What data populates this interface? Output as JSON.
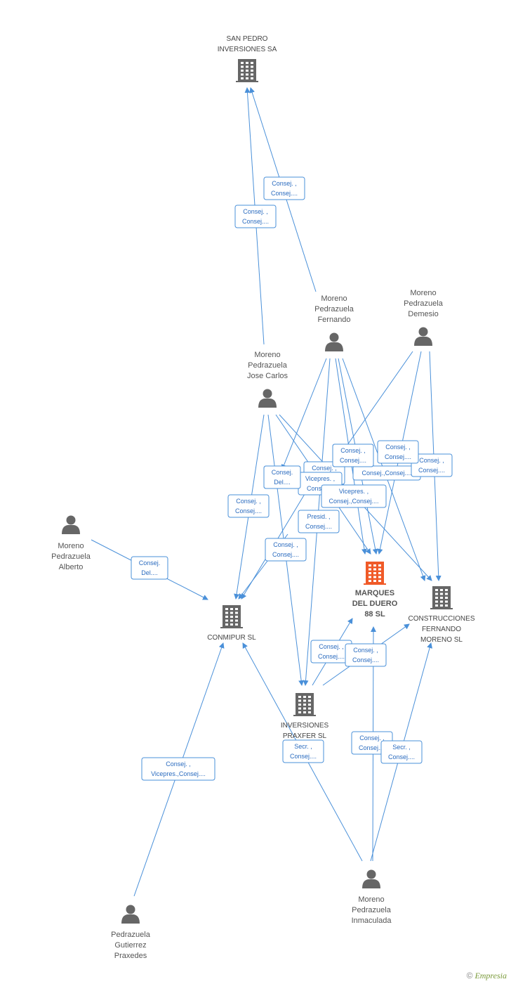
{
  "nodes": [
    {
      "id": "san-pedro",
      "type": "company",
      "lines": [
        "SAN PEDRO",
        "INVERSIONES SA"
      ]
    },
    {
      "id": "fernando",
      "type": "person",
      "lines": [
        "Moreno",
        "Pedrazuela",
        "Fernando"
      ]
    },
    {
      "id": "demesio",
      "type": "person",
      "lines": [
        "Moreno",
        "Pedrazuela",
        "Demesio"
      ]
    },
    {
      "id": "jose-carlos",
      "type": "person",
      "lines": [
        "Moreno",
        "Pedrazuela",
        "Jose Carlos"
      ]
    },
    {
      "id": "alberto",
      "type": "person",
      "lines": [
        "Moreno",
        "Pedrazuela",
        "Alberto"
      ]
    },
    {
      "id": "marques",
      "type": "focus",
      "lines": [
        "MARQUES",
        "DEL DUERO",
        "88 SL"
      ]
    },
    {
      "id": "construcciones",
      "type": "company",
      "lines": [
        "CONSTRUCCIONES",
        "FERNANDO",
        "MORENO SL"
      ]
    },
    {
      "id": "conmipur",
      "type": "company",
      "lines": [
        "CONMIPUR SL"
      ]
    },
    {
      "id": "praxfer",
      "type": "company",
      "lines": [
        "INVERSIONES",
        "PRAXFER SL"
      ]
    },
    {
      "id": "inmaculada",
      "type": "person",
      "lines": [
        "Moreno",
        "Pedrazuela",
        "Inmaculada"
      ]
    },
    {
      "id": "praxedes",
      "type": "person",
      "lines": [
        "Pedrazuela",
        "Gutierrez",
        "Praxedes"
      ]
    }
  ],
  "edge_labels": [
    {
      "id": "e1",
      "lines": [
        "Consej. ,",
        "Consej...."
      ]
    },
    {
      "id": "e2",
      "lines": [
        "Consej. ,",
        "Consej...."
      ]
    },
    {
      "id": "e3",
      "lines": [
        "Consej. ,",
        "Consej...."
      ]
    },
    {
      "id": "e4",
      "lines": [
        "Consej. ,",
        "Consej...."
      ]
    },
    {
      "id": "e5",
      "lines": [
        "Consej. ,",
        "Consej...."
      ]
    },
    {
      "id": "e6",
      "lines": [
        "Consej.",
        "Del...."
      ]
    },
    {
      "id": "e7",
      "lines": [
        "Presid. ,",
        "Consej...."
      ]
    },
    {
      "id": "e8",
      "lines": [
        "Consej.,Consej...."
      ]
    },
    {
      "id": "e9",
      "lines": [
        "Consej. ,",
        "Consej...."
      ]
    },
    {
      "id": "e10",
      "lines": [
        "Consej.",
        "Del...."
      ]
    },
    {
      "id": "e11",
      "lines": [
        "Vicepres. ,",
        "Consej...."
      ]
    },
    {
      "id": "e12",
      "lines": [
        "Vicepres. ,",
        "Consej.,Consej...."
      ]
    },
    {
      "id": "e13",
      "lines": [
        "Consej. ,",
        "Consej...."
      ]
    },
    {
      "id": "e14",
      "lines": [
        "Presid. ,",
        "Consej...."
      ]
    },
    {
      "id": "e15",
      "lines": [
        "Consej. ,",
        "Consej...."
      ]
    },
    {
      "id": "e16",
      "lines": [
        "Consej.",
        "Del...."
      ]
    },
    {
      "id": "e17",
      "lines": [
        "Consej. ,",
        "Consej...."
      ]
    },
    {
      "id": "e18",
      "lines": [
        "Consej. ,",
        "Consej...."
      ]
    },
    {
      "id": "e19",
      "lines": [
        "Consej. ,",
        "Consej...."
      ]
    },
    {
      "id": "e20",
      "lines": [
        "Secr. ,",
        "Consej...."
      ]
    },
    {
      "id": "e21",
      "lines": [
        "Secr. ,",
        "Consej...."
      ]
    },
    {
      "id": "e22",
      "lines": [
        "Consej. ,",
        "Vicepres.,Consej...."
      ]
    }
  ],
  "footer": {
    "copyright": "©",
    "brand": "Empresia"
  },
  "colors": {
    "edge": "#4a90d9",
    "node_icon": "#666666",
    "focus_icon": "#f05a28"
  }
}
